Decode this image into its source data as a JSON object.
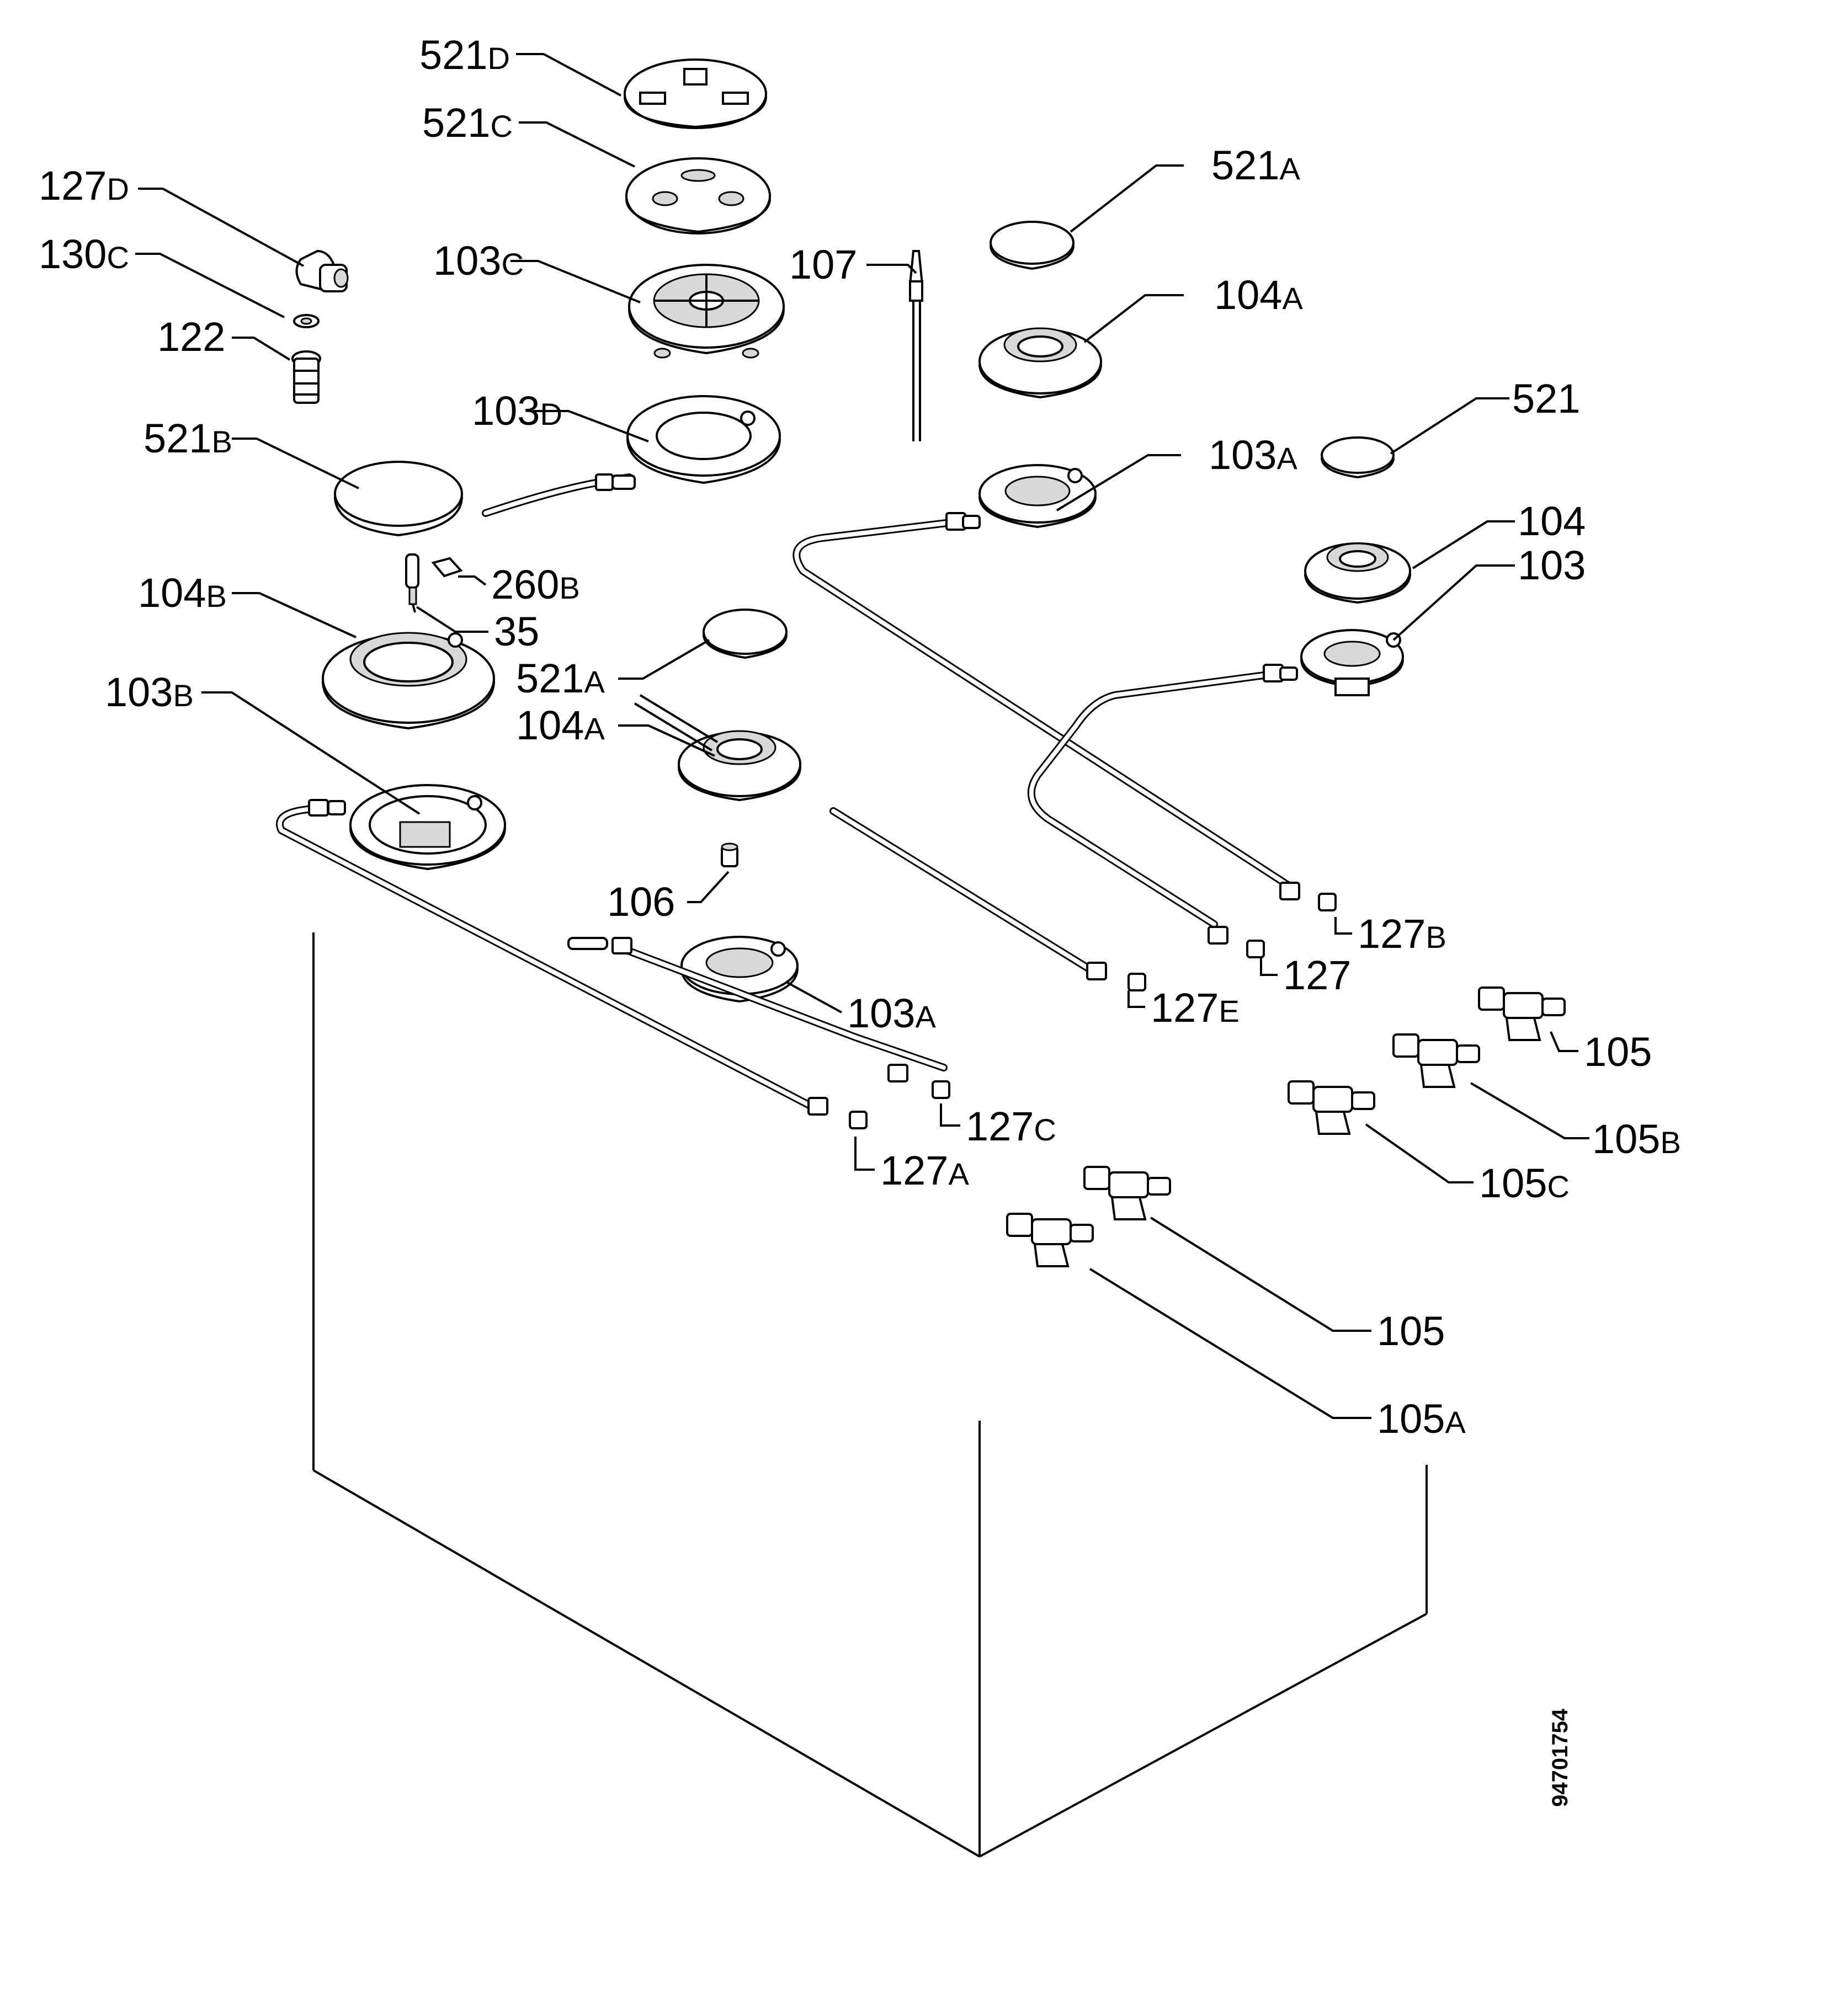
{
  "labels": {
    "l521D": {
      "num": "521",
      "sub": "D"
    },
    "l521C": {
      "num": "521",
      "sub": "C"
    },
    "l127D": {
      "num": "127",
      "sub": "D"
    },
    "l130C": {
      "num": "130",
      "sub": "C"
    },
    "l122": {
      "num": "122",
      "sub": ""
    },
    "l103C": {
      "num": "103",
      "sub": "C"
    },
    "l107": {
      "num": "107",
      "sub": ""
    },
    "l521A_top": {
      "num": "521",
      "sub": "A"
    },
    "l104A_top": {
      "num": "104",
      "sub": "A"
    },
    "l103D": {
      "num": "103",
      "sub": "D"
    },
    "l521B": {
      "num": "521",
      "sub": "B"
    },
    "l521": {
      "num": "521",
      "sub": ""
    },
    "l103A_mid": {
      "num": "103",
      "sub": "A"
    },
    "l104": {
      "num": "104",
      "sub": ""
    },
    "l103": {
      "num": "103",
      "sub": ""
    },
    "l260B": {
      "num": "260",
      "sub": "B"
    },
    "l35": {
      "num": "35",
      "sub": ""
    },
    "l104B": {
      "num": "104",
      "sub": "B"
    },
    "l521A_mid": {
      "num": "521",
      "sub": "A"
    },
    "l104A_mid": {
      "num": "104",
      "sub": "A"
    },
    "l103B": {
      "num": "103",
      "sub": "B"
    },
    "l106": {
      "num": "106",
      "sub": ""
    },
    "l127B": {
      "num": "127",
      "sub": "B"
    },
    "l127": {
      "num": "127",
      "sub": ""
    },
    "l103A_low": {
      "num": "103",
      "sub": "A"
    },
    "l127E": {
      "num": "127",
      "sub": "E"
    },
    "l105_right": {
      "num": "105",
      "sub": ""
    },
    "l105B": {
      "num": "105",
      "sub": "B"
    },
    "l127C": {
      "num": "127",
      "sub": "C"
    },
    "l105C": {
      "num": "105",
      "sub": "C"
    },
    "l127A": {
      "num": "127",
      "sub": "A"
    },
    "l105_low": {
      "num": "105",
      "sub": ""
    },
    "l105A": {
      "num": "105",
      "sub": "A"
    }
  },
  "document_number": "94701754"
}
